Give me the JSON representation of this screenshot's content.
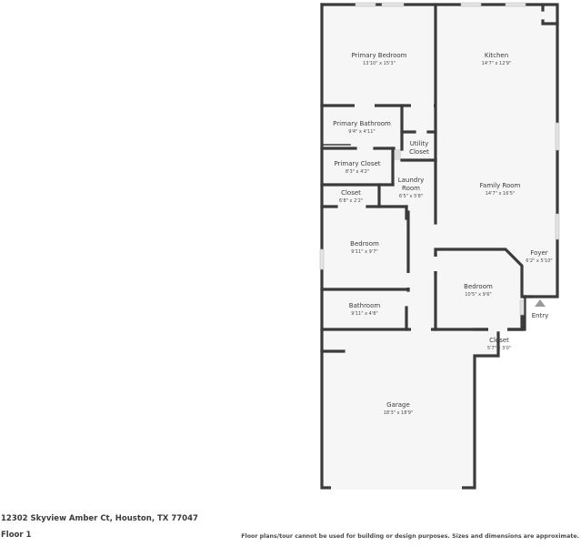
{
  "floorplan": {
    "floor_label": "Floor 1",
    "address": "12302 Skyview Amber Ct, Houston, TX 77047",
    "disclaimer": "Floor plans/tour cannot be used for building or design purposes. Sizes and dimensions are approximate.",
    "colors": {
      "wall": "#3b3b3b",
      "floor": "#f6f6f6",
      "window": "#e4e4e4",
      "text": "#3a3a3a"
    },
    "rooms": [
      {
        "name": "Primary Bedroom",
        "dims": "13'10\" x 15'3\""
      },
      {
        "name": "Kitchen",
        "dims": "14'7\" x 12'9\""
      },
      {
        "name": "Primary Bathroom",
        "dims": "9'4\" x 4'11\""
      },
      {
        "name": "Utility",
        "name_line2": "Closet",
        "dims": ""
      },
      {
        "name": "Primary Closet",
        "dims": "8'3\" x 4'2\""
      },
      {
        "name": "Laundry",
        "name_line2": "Room",
        "dims": "6'5\" x 5'8\""
      },
      {
        "name": "Closet",
        "dims": "6'8\" x 2'2\""
      },
      {
        "name": "Family Room",
        "dims": "14'7\" x 16'5\""
      },
      {
        "name": "Bedroom",
        "dims": "9'11\" x 9'7\""
      },
      {
        "name": "Foyer",
        "dims": "6'2\" x 5'10\""
      },
      {
        "name": "Bedroom",
        "dims": "10'5\" x 9'6\""
      },
      {
        "name": "Bathroom",
        "dims": "9'11\" x 4'8\""
      },
      {
        "name": "Closet",
        "dims": "5'7\" x 3'0\""
      },
      {
        "name": "Garage",
        "dims": "18'3\" x 18'9\""
      }
    ],
    "entry_label": "Entry"
  }
}
